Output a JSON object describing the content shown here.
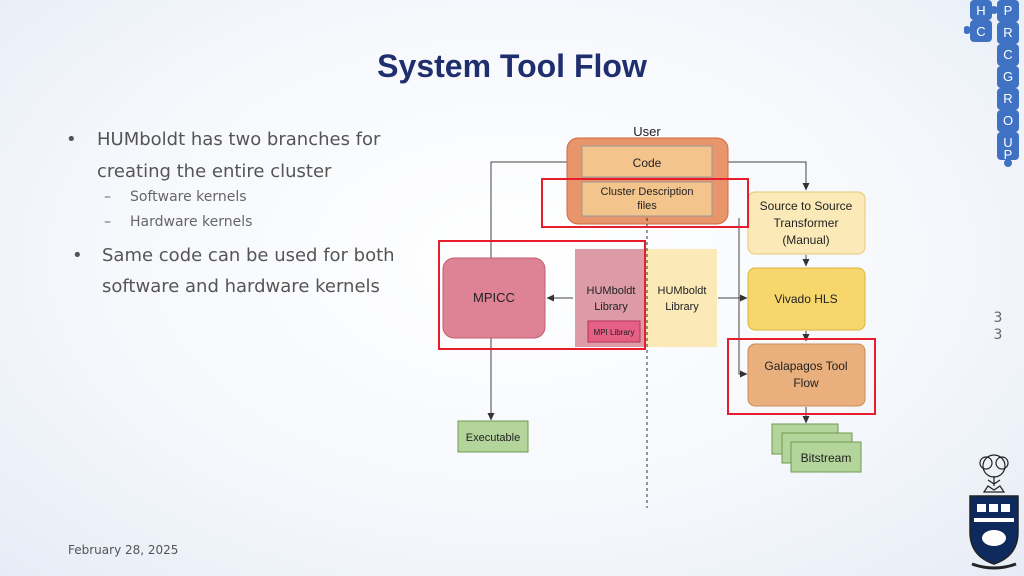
{
  "slide": {
    "title": "System Tool Flow",
    "date": "February 28, 2025",
    "page_number": "33",
    "page_digits": [
      "3",
      "3"
    ]
  },
  "bullets": {
    "b1": "HUMboldt has two branches for creating the entire cluster",
    "sub": [
      "Software kernels",
      "Hardware kernels"
    ],
    "b2": "Same code can be used for both software and hardware kernels",
    "dot": "•",
    "dash": "–"
  },
  "logo": {
    "letters": [
      "H",
      "P",
      "C",
      "R",
      "C",
      "G",
      "R",
      "O",
      "U",
      "P"
    ]
  },
  "diagram": {
    "user": "User",
    "code": "Code",
    "cluster_desc": [
      "Cluster Description",
      "files"
    ],
    "s2s": [
      "Source to Source",
      "Transformer",
      "(Manual)"
    ],
    "mpicc": "MPICC",
    "humboldt_left": [
      "HUMboldt",
      "Library"
    ],
    "mpi_library": "MPI Library",
    "humboldt_right": [
      "HUMboldt",
      "Library"
    ],
    "vivado": "Vivado HLS",
    "galapagos": [
      "Galapagos Tool",
      "Flow"
    ],
    "executable": "Executable",
    "bitstream": "Bitstream"
  },
  "colors": {
    "title": "#1f2f6e",
    "user_box": "#e8956b",
    "code_box": "#f4c48d",
    "mpicc": "#de8396",
    "humboldt_left": "#dc9ba7",
    "mpi_library": "#e65f84",
    "humboldt_right": "#fbeab8",
    "s2s": "#fbeab8",
    "vivado": "#f7d76c",
    "galapagos": "#e9b07e",
    "green": "#b3d49a",
    "highlight": "#e81c2a"
  }
}
